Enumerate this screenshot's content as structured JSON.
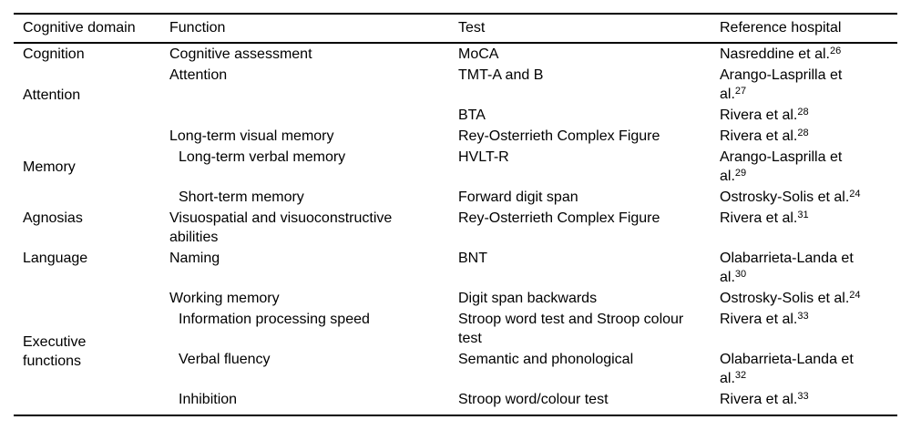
{
  "page": {
    "background_color": "#ffffff",
    "text_color": "#000000",
    "rule_color": "#000000"
  },
  "table": {
    "headers": [
      "Cognitive domain",
      "Function",
      "Test",
      "Reference hospital"
    ],
    "groups": [
      {
        "domain": "Cognition",
        "rows": [
          {
            "function": "Cognitive assessment",
            "test": "MoCA",
            "ref": "Nasreddine et al.",
            "sup": "26"
          }
        ]
      },
      {
        "domain": "Attention",
        "rows": [
          {
            "function": "Attention",
            "test": "TMT-A and B",
            "ref": "Arango-Lasprilla et\nal.",
            "sup": "27"
          },
          {
            "function": "",
            "test": "BTA",
            "ref": "Rivera et al.",
            "sup": "28"
          }
        ]
      },
      {
        "domain": "Memory",
        "rows": [
          {
            "function": "Long-term visual memory",
            "test": "Rey-Osterrieth Complex Figure",
            "ref": "Rivera et al.",
            "sup": "28"
          },
          {
            "function": "Long-term verbal memory",
            "test": "HVLT-R",
            "ref": "Arango-Lasprilla et\nal.",
            "sup": "29"
          },
          {
            "function": "Short-term memory",
            "test": "Forward digit span",
            "ref": "Ostrosky-Solis et al.",
            "sup": "24"
          }
        ]
      },
      {
        "domain": "Agnosias",
        "rows": [
          {
            "function": "Visuospatial and visuoconstructive\nabilities",
            "test": "Rey-Osterrieth Complex Figure",
            "ref": "Rivera et al.",
            "sup": "31"
          }
        ]
      },
      {
        "domain": "Language",
        "rows": [
          {
            "function": "Naming",
            "test": "BNT",
            "ref": "Olabarrieta-Landa et\nal.",
            "sup": "30"
          }
        ]
      },
      {
        "domain": "Executive\nfunctions",
        "rows": [
          {
            "function": "Working memory",
            "test": "Digit span backwards",
            "ref": "Ostrosky-Solis et al.",
            "sup": "24"
          },
          {
            "function": "Information processing speed",
            "test": "Stroop word test and Stroop colour\ntest",
            "ref": "Rivera et al.",
            "sup": "33"
          },
          {
            "function": "Verbal fluency",
            "test": "Semantic and phonological",
            "ref": "Olabarrieta-Landa et\nal.",
            "sup": "32"
          },
          {
            "function": "Inhibition",
            "test": "Stroop word/colour test",
            "ref": "Rivera et al.",
            "sup": "33"
          }
        ]
      }
    ]
  }
}
